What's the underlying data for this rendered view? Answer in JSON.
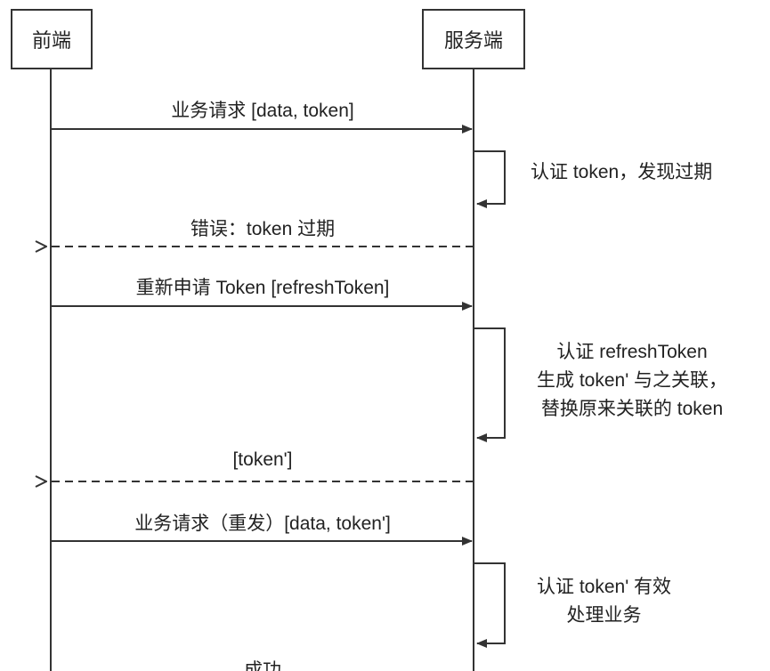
{
  "participants": {
    "client": "前端",
    "server": "服务端"
  },
  "messages": [
    {
      "text": "业务请求 [data, token]",
      "direction": "client-to-server",
      "style": "solid"
    },
    {
      "text": "错误：token 过期",
      "direction": "server-to-client",
      "style": "dashed"
    },
    {
      "text": "重新申请 Token [refreshToken]",
      "direction": "client-to-server",
      "style": "solid"
    },
    {
      "text": "[token']",
      "direction": "server-to-client",
      "style": "dashed"
    },
    {
      "text": "业务请求（重发）[data, token']",
      "direction": "client-to-server",
      "style": "solid"
    },
    {
      "text": "成功",
      "direction": "server-to-client",
      "style": "dashed"
    }
  ],
  "self_notes": [
    {
      "lines": [
        "认证 token，发现过期"
      ]
    },
    {
      "lines": [
        "认证 refreshToken",
        "生成 token' 与之关联，",
        "替换原来关联的 token"
      ]
    },
    {
      "lines": [
        "认证 token' 有效",
        "处理业务"
      ]
    }
  ],
  "colors": {
    "line": "#333333",
    "text": "#222222",
    "background": "#ffffff"
  }
}
